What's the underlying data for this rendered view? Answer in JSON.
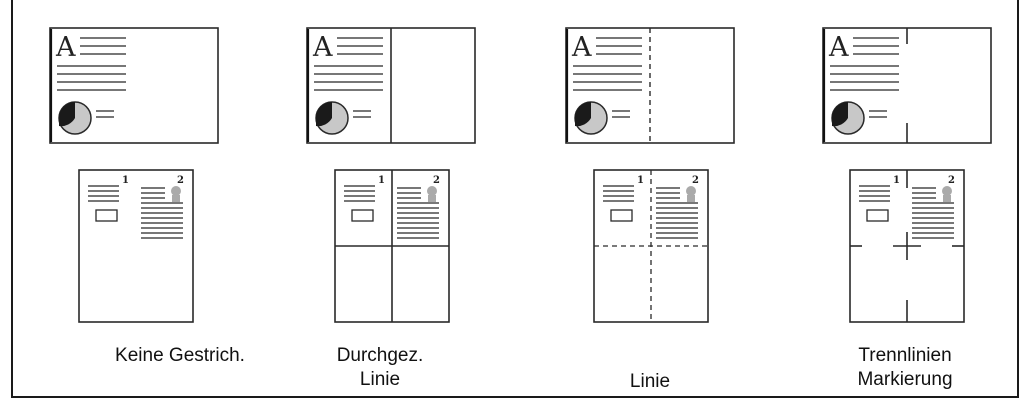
{
  "options": [
    {
      "id": "none",
      "caption": [
        "Keine Gestrich."
      ]
    },
    {
      "id": "solid",
      "caption": [
        "Durchgez.",
        "Linie"
      ]
    },
    {
      "id": "dashed",
      "caption": [
        "Linie"
      ]
    },
    {
      "id": "marks",
      "caption": [
        "Trennlinien",
        "Markierung"
      ]
    }
  ],
  "landscape_letter": "A",
  "page_numbers": [
    "1",
    "2"
  ]
}
